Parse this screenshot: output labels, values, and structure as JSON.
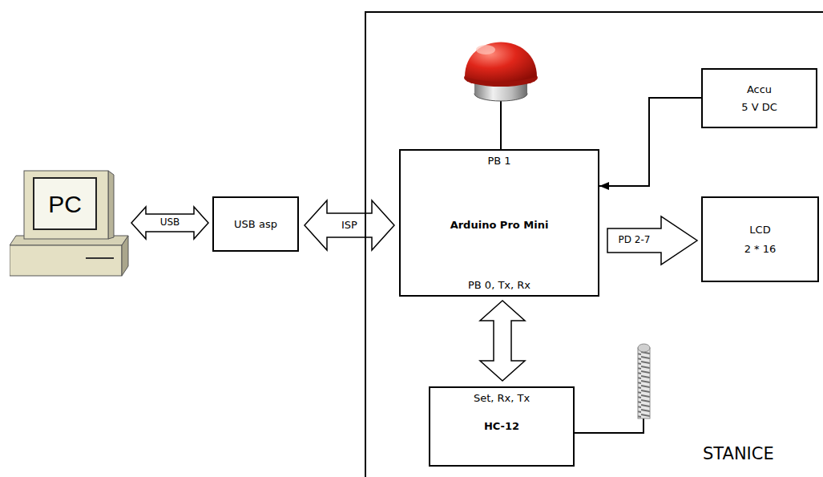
{
  "diagram": {
    "nodes": [
      {
        "text": [
          "PC"
        ]
      },
      {
        "text": [
          "USB asp"
        ]
      },
      {
        "text": [
          "STANICE"
        ]
      },
      {
        "text": [
          "PB 1",
          "Arduino Pro Mini",
          "PB 0, Tx, Rx"
        ],
        "in": 2
      },
      {
        "text": [
          "Accu 5 V DC"
        ],
        "in": 2
      },
      {
        "text": [
          "LCD 2 * 16"
        ],
        "in": 2
      },
      {
        "text": [
          "Set, Rx, Tx",
          "HC-12"
        ],
        "in": 2
      }
    ],
    "edges": [
      {
        "from": 0,
        "to": 1,
        "arrow": "both",
        "label": "USB"
      },
      {
        "from": 1,
        "to": 3,
        "arrow": "both",
        "label": "ISP"
      },
      {
        "from": 4,
        "to": 3,
        "arrow": "to"
      },
      {
        "from": 3,
        "to": 5,
        "arrow": "to",
        "label": "PD 2-7"
      },
      {
        "from": 3,
        "to": 6,
        "arrow": "both"
      }
    ]
  }
}
